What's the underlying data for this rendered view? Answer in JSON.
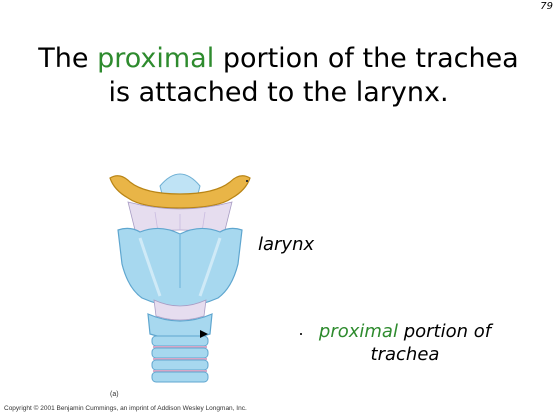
{
  "page_number": "79",
  "title": {
    "part1": "The ",
    "highlight": "proximal",
    "part2": " portion of the trachea",
    "line2": "is attached to the larynx."
  },
  "labels": {
    "larynx": "larynx",
    "proximal_highlight": "proximal",
    "proximal_rest": " portion of",
    "trachea": "trachea"
  },
  "figure_label": "(a)",
  "copyright": "Copyright © 2001 Benjamin Cummings, an imprint of Addison Wesley Longman, Inc.",
  "colors": {
    "accent": "#2e8b2e",
    "cartilage_blue": "#a7d8ef",
    "hyoid_orange": "#e9b547",
    "ring_pink": "#d8a6c6"
  }
}
